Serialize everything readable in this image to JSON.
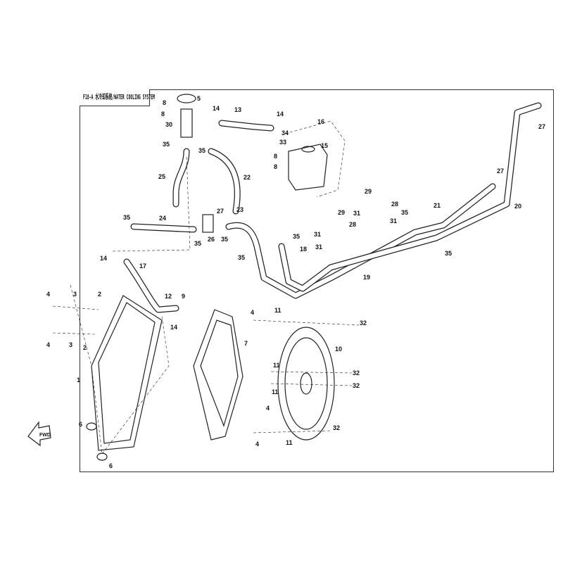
{
  "title": "F18-A 水冷却系统/WATER COOLING SYSTEM",
  "fwd_label": "FWD",
  "callouts": [
    "5",
    "8",
    "8",
    "14",
    "13",
    "14",
    "30",
    "16",
    "34",
    "33",
    "15",
    "35",
    "35",
    "8",
    "8",
    "27",
    "25",
    "22",
    "27",
    "29",
    "28",
    "21",
    "20",
    "35",
    "29",
    "31",
    "31",
    "28",
    "35",
    "24",
    "27",
    "23",
    "31",
    "35",
    "35",
    "26",
    "35",
    "31",
    "18",
    "35",
    "35",
    "19",
    "14",
    "17",
    "4",
    "3",
    "2",
    "12",
    "9",
    "11",
    "4",
    "14",
    "32",
    "4",
    "3",
    "2",
    "7",
    "10",
    "11",
    "32",
    "1",
    "11",
    "32",
    "4",
    "6",
    "32",
    "11",
    "4",
    "6"
  ]
}
